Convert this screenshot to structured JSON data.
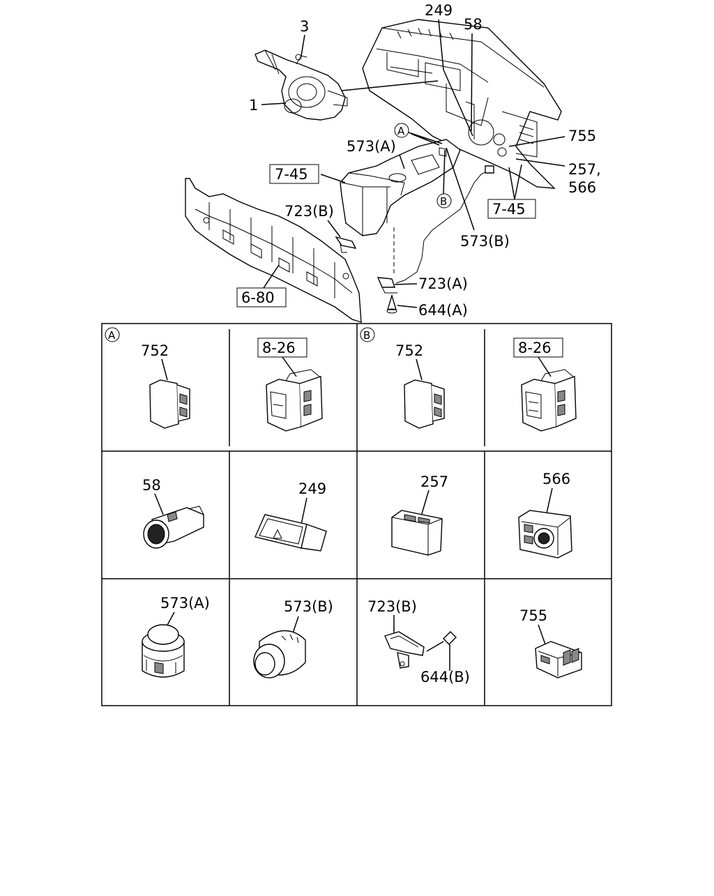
{
  "callouts": {
    "c3": "3",
    "c1": "1",
    "c249": "249",
    "c58": "58",
    "c755": "755",
    "c257": "257,",
    "c566": "566",
    "c573a": "573(A)",
    "c573b": "573(B)",
    "c723a": "723(A)",
    "c723b": "723(B)",
    "c644a": "644(A)",
    "markerA": "A",
    "markerB": "B"
  },
  "boxed_refs": {
    "r745_left": "7-45",
    "r745_right": "7-45",
    "r680": "6-80"
  },
  "grid": {
    "cells": [
      {
        "marker": "A",
        "label": "752"
      },
      {
        "boxed": "8-26"
      },
      {
        "marker": "B",
        "label": "752"
      },
      {
        "boxed": "8-26"
      },
      {
        "label": "58"
      },
      {
        "label": "249"
      },
      {
        "label": "257"
      },
      {
        "label": "566"
      },
      {
        "label": "573(A)"
      },
      {
        "label": "573(B)"
      },
      {
        "label": "723(B)",
        "label2": "644(B)"
      },
      {
        "label": "755"
      }
    ]
  }
}
